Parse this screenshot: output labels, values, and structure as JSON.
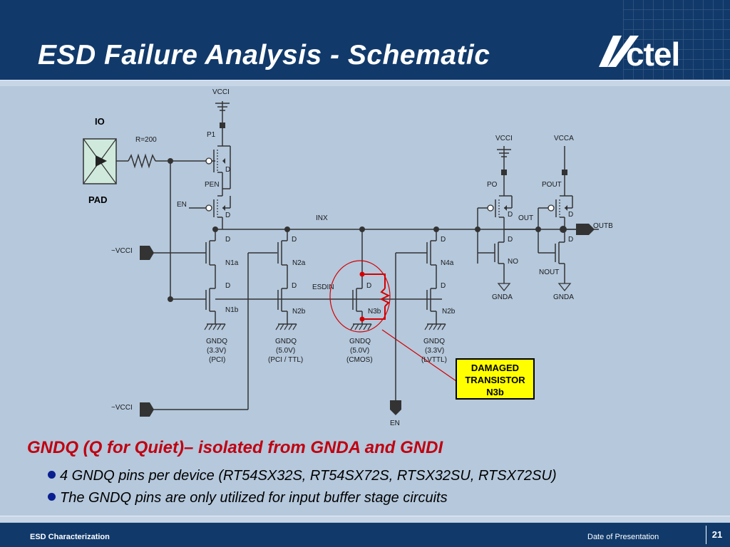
{
  "header": {
    "title": "ESD Failure Analysis - Schematic",
    "logo_text": "Actel"
  },
  "schematic": {
    "io_label": "IO",
    "pad_label": "PAD",
    "resistor": "R=200",
    "vcci_top": "VCCI",
    "p1": "P1",
    "pen": "PEN",
    "en_left": "EN",
    "inx": "INX",
    "esdin": "ESDIN",
    "vcci_right": "VCCI",
    "vcca": "VCCA",
    "po": "PO",
    "pout": "POUT",
    "out": "OUT",
    "outb": "OUTB",
    "no": "NO",
    "nout": "NOUT",
    "gnda1": "GNDA",
    "gnda2": "GNDA",
    "n1a": "N1a",
    "n1b": "N1b",
    "n2a": "N2a",
    "n2b": "N2b",
    "n3b": "N3b",
    "n4a": "N4a",
    "n4b": "N2b",
    "vcci_input1": "~VCCI",
    "vcci_input2": "~VCCI",
    "en_bottom": "EN",
    "drain": "D",
    "gndq_groups": [
      {
        "l1": "GNDQ",
        "l2": "(3.3V)",
        "l3": "(PCI)"
      },
      {
        "l1": "GNDQ",
        "l2": "(5.0V)",
        "l3": "(PCI / TTL)"
      },
      {
        "l1": "GNDQ",
        "l2": "(5.0V)",
        "l3": "(CMOS)"
      },
      {
        "l1": "GNDQ",
        "l2": "(3.3V)",
        "l3": "(LVTTL)"
      }
    ]
  },
  "callout": {
    "line1": "DAMAGED",
    "line2": "TRANSISTOR",
    "line3": "N3b"
  },
  "body": {
    "heading": "GNDQ (Q for Quiet)– isolated from GNDA and GNDI",
    "bullets": [
      "4 GNDQ pins per device (RT54SX32S, RT54SX72S, RTSX32SU, RTSX72SU)",
      "The GNDQ pins are only utilized for input buffer stage circuits"
    ]
  },
  "footer": {
    "left": "ESD Characterization",
    "right": "Date of Presentation",
    "page": "21"
  },
  "colors": {
    "header_bg": "#113a6b",
    "slide_bg": "#b5c8dc",
    "heading": "#c00010",
    "callout_bg": "#ffff00",
    "damage": "#d40000"
  }
}
